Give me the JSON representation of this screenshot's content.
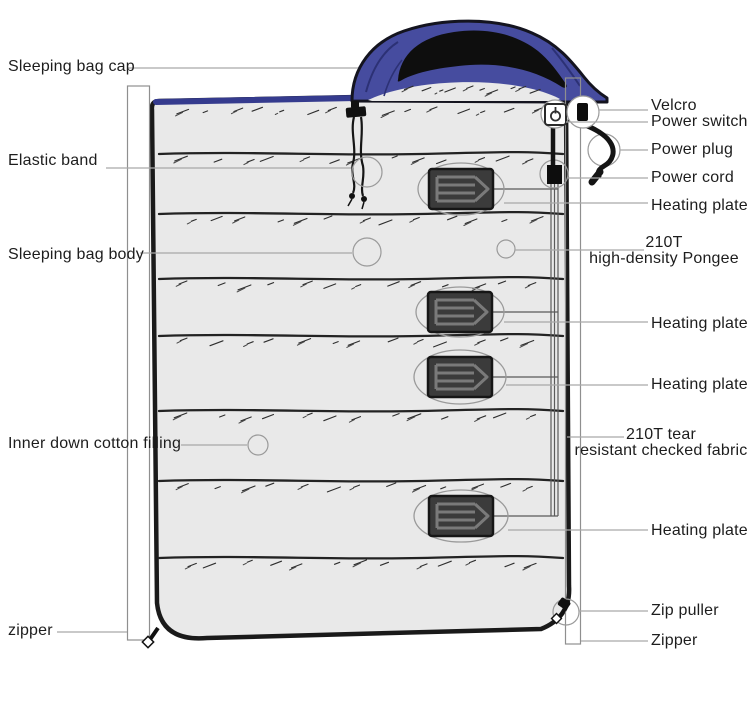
{
  "labels": {
    "left": [
      {
        "text": "Sleeping bag cap"
      },
      {
        "text": "Elastic band"
      },
      {
        "text": "Sleeping bag body"
      },
      {
        "text": "Inner down cotton filling"
      },
      {
        "text": "zipper"
      }
    ],
    "right": [
      {
        "text": "Velcro"
      },
      {
        "text": "Power switch"
      },
      {
        "text": "Power plug"
      },
      {
        "text": "Power cord"
      },
      {
        "text": "Heating plate"
      },
      {
        "line1": "210T",
        "line2": "high-density Pongee"
      },
      {
        "text": "Heating plate"
      },
      {
        "text": "Heating plate"
      },
      {
        "line1": "210T tear",
        "line2": "resistant checked fabric"
      },
      {
        "text": "Heating plate"
      },
      {
        "text": "Zip puller"
      },
      {
        "text": "Zipper"
      }
    ]
  },
  "colors": {
    "background": "#ffffff",
    "bag_fill": "#e9e9e9",
    "outline": "#1a1a1a",
    "hood_blue": "#464c9f",
    "hood_shade_blue": "#2c3175",
    "trim_blue": "#353b8e",
    "hood_inner_black": "#0e0e0e",
    "heating_plate": "#3b3b3b",
    "heating_element": "#7a7a7a",
    "wire": "#5a5a5a",
    "pointer_line": "#a9a9a9",
    "callout_circle": "#9a9a9a",
    "text": "#1d1d1d"
  }
}
